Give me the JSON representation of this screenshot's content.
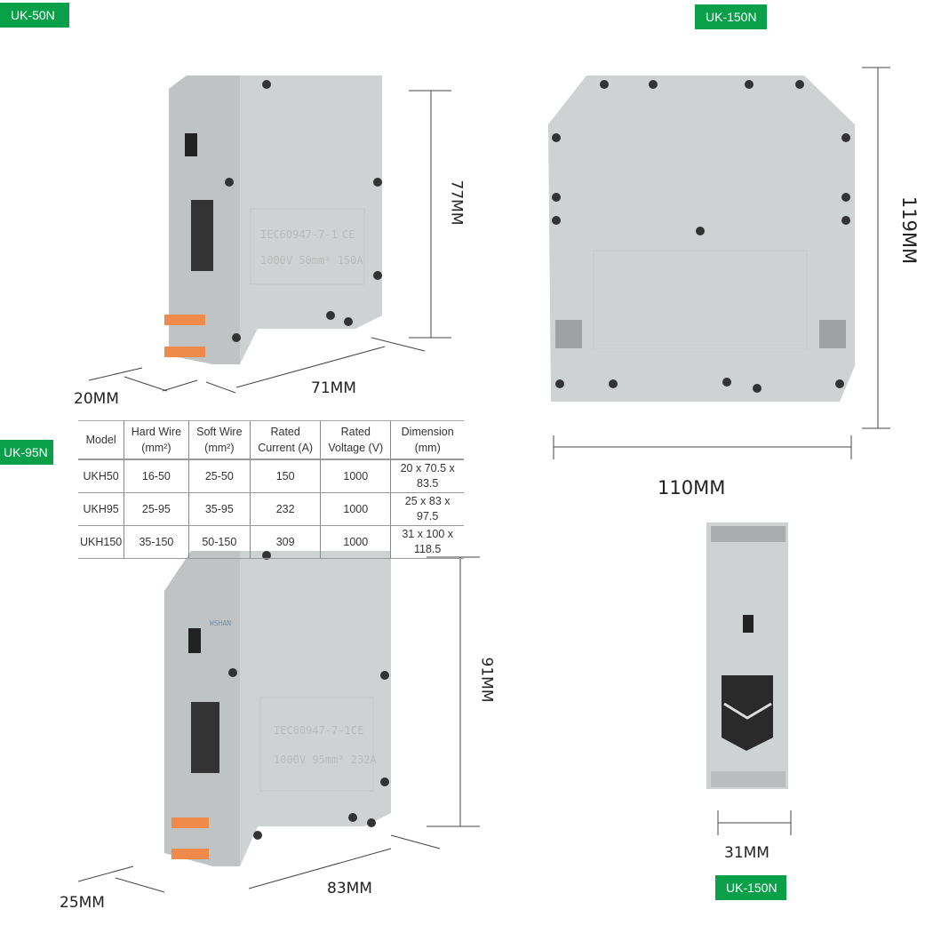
{
  "labels": {
    "uk50": "UK-50N",
    "uk150_top": "UK-150N",
    "uk95": "UK-95N",
    "uk150_bottom": "UK-150N"
  },
  "dimensions": {
    "uk50_height": "77MM",
    "uk50_width": "20MM",
    "uk50_depth": "71MM",
    "uk150_height": "119MM",
    "uk150_depth": "110MM",
    "uk150_width": "31MM",
    "uk95_height": "91MM",
    "uk95_width": "25MM",
    "uk95_depth": "83MM"
  },
  "markings": {
    "standard": "IEC60947-7-1",
    "ce": "CE",
    "uk50_rating": "1000V  50mm²  150A",
    "uk95_rating": "1000V  95mm²  232A",
    "brand": "WSHAN"
  },
  "spec_table": {
    "headers": [
      "Model",
      "Hard Wire (mm²)",
      "Soft Wire (mm²)",
      "Rated Current (A)",
      "Rated Voltage (V)",
      "Dimension (mm)"
    ],
    "rows": [
      [
        "UKH50",
        "16-50",
        "25-50",
        "150",
        "1000",
        "20 x 70.5 x 83.5"
      ],
      [
        "UKH95",
        "25-95",
        "35-95",
        "232",
        "1000",
        "25 x 83 x 97.5"
      ],
      [
        "UKH150",
        "35-150",
        "50-150",
        "309",
        "1000",
        "31 x 100 x 118.5"
      ]
    ]
  },
  "colors": {
    "tag": "#0aa04a",
    "housing": "#d4d6d6",
    "clip": "#f08a4b"
  }
}
